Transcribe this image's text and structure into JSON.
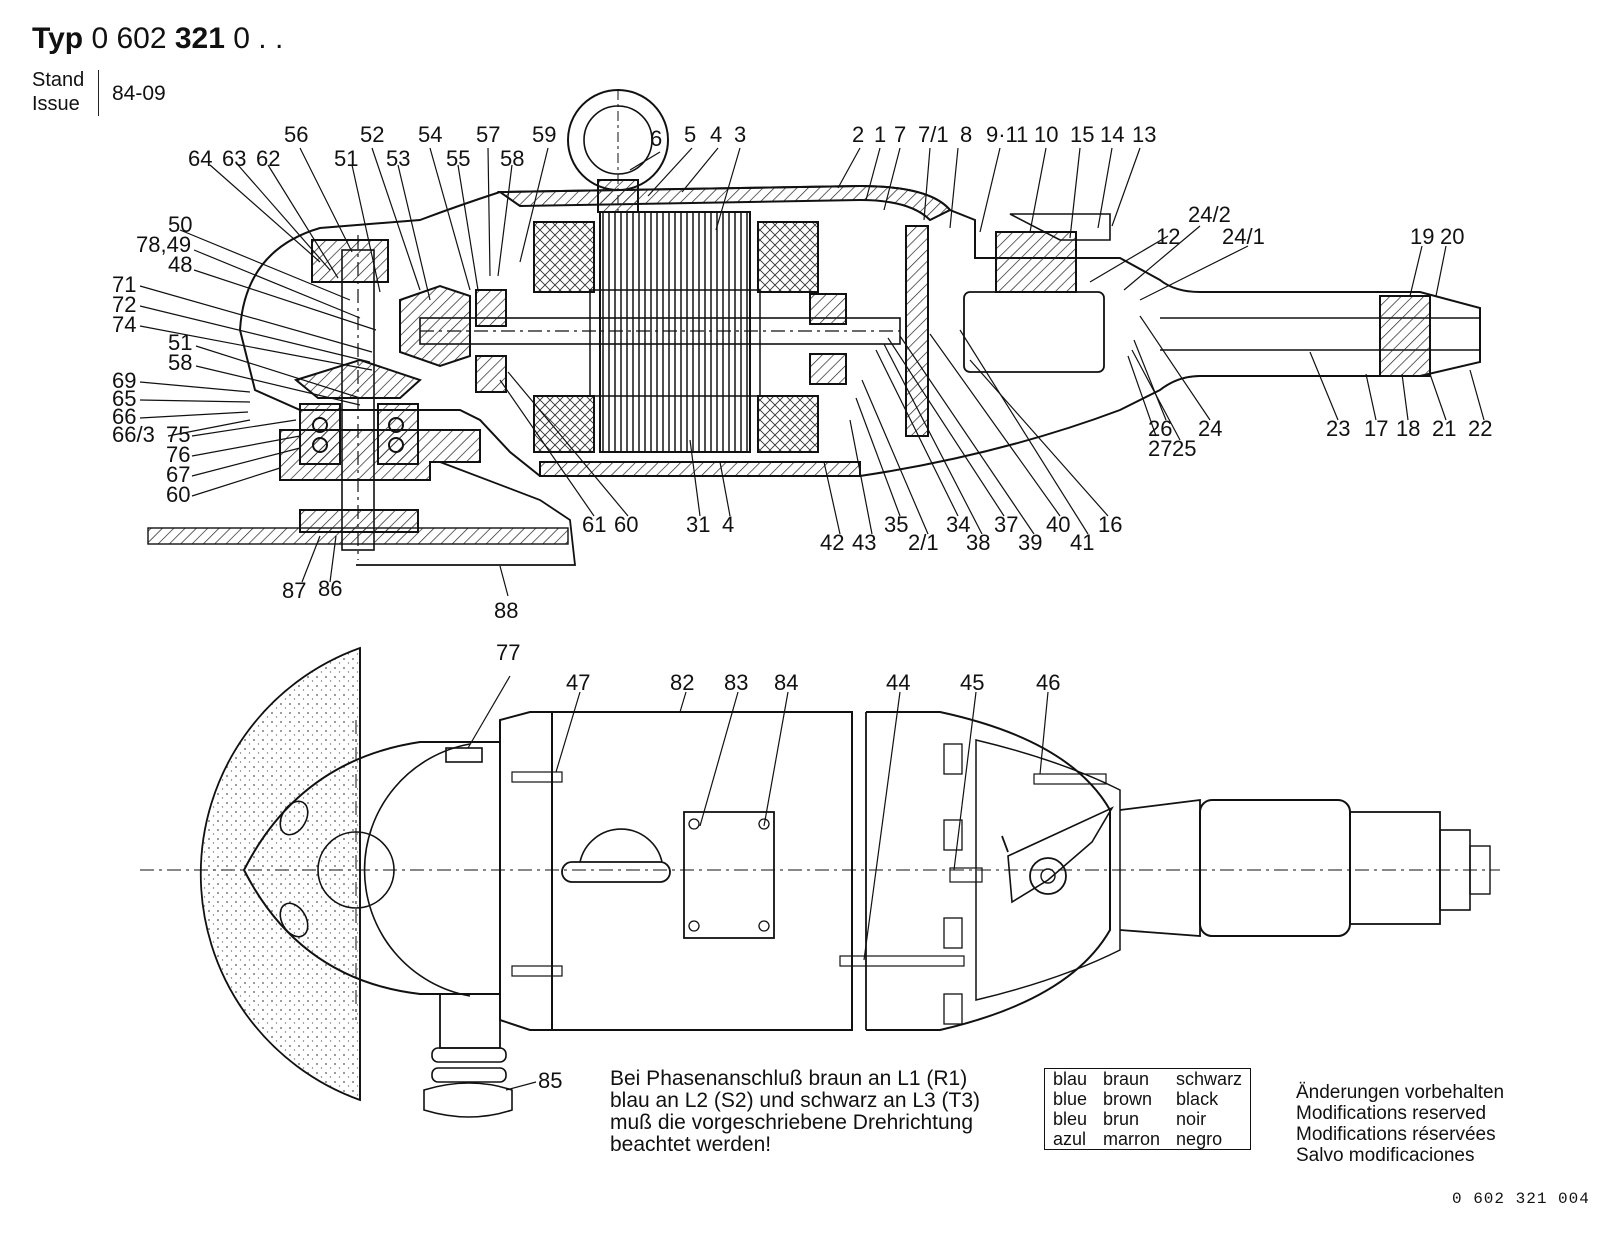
{
  "header": {
    "typ_label": "Typ",
    "typ_number_a": "0 602",
    "typ_number_b": "321",
    "typ_suffix": "0 . .",
    "stand_label": "Stand",
    "issue_label": "Issue",
    "date": "84-09"
  },
  "top_view_labels": {
    "top_row": [
      "64",
      "63",
      "62",
      "56",
      "51",
      "52",
      "53",
      "54",
      "55",
      "57",
      "58",
      "59",
      "6",
      "5",
      "4",
      "3",
      "2",
      "1",
      "7",
      "7/1",
      "8",
      "9·11",
      "10",
      "15",
      "14",
      "13",
      "24/2",
      "12",
      "24/1",
      "19",
      "20"
    ],
    "left_col": [
      "50",
      "78,49",
      "48",
      "71",
      "72",
      "74",
      "51",
      "58",
      "69",
      "65",
      "66",
      "66/3",
      "75",
      "76",
      "67",
      "60"
    ],
    "bottom_row": [
      "61",
      "60",
      "31",
      "4",
      "42",
      "43",
      "35",
      "2/1",
      "34",
      "38",
      "37",
      "39",
      "40",
      "41",
      "16",
      "26",
      "27",
      "24",
      "25",
      "23",
      "17",
      "18",
      "21",
      "22",
      "87",
      "86",
      "88"
    ]
  },
  "bottom_view_labels": [
    "77",
    "47",
    "82",
    "83",
    "84",
    "44",
    "45",
    "46",
    "85"
  ],
  "note": {
    "line1": "Bei Phasenanschluß braun an L1 (R1)",
    "line2": "blau an L2 (S2) und schwarz an L3 (T3)",
    "line3": "muß die vorgeschriebene Drehrichtung",
    "line4": "beachtet werden!"
  },
  "color_table": {
    "rows": [
      [
        "blau",
        "braun",
        "schwarz"
      ],
      [
        "blue",
        "brown",
        "black"
      ],
      [
        "bleu",
        "brun",
        "noir"
      ],
      [
        "azul",
        "marron",
        "negro"
      ]
    ]
  },
  "modifications": {
    "de": "Änderungen vorbehalten",
    "en": "Modifications reserved",
    "fr": "Modifications réservées",
    "es": "Salvo modificaciones"
  },
  "doc_number": "0 602 321 004"
}
